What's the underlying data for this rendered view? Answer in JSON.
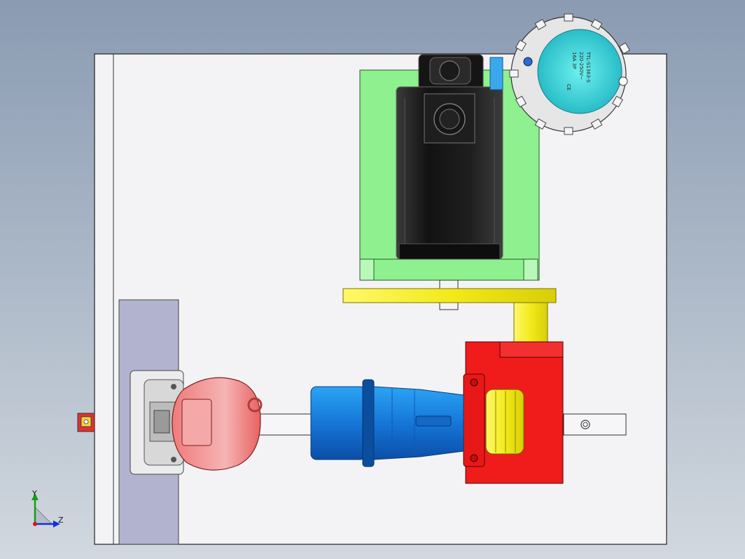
{
  "triad": {
    "y_label": "Y",
    "z_label": "Z"
  },
  "socket_label": {
    "line1": "TTL-S1363-S",
    "line2": "220-250V~",
    "line3": "16A 3P",
    "ce_mark": "CE"
  },
  "colors": {
    "background_top": "#8a9bb2",
    "background_bottom": "#d2d8df",
    "frame_plate": "#f2f2f4",
    "wall_panel": "#b1b3cf",
    "motor_mount": "#8ef08e",
    "motor_body": "#1c1c1c",
    "coupling": "#f2ef3a",
    "gearbox_block": "#f01c1c",
    "blue_plug": "#1e82e6",
    "red_socket": "#f08c8c",
    "cyan_socket": "#3fd6d8"
  }
}
